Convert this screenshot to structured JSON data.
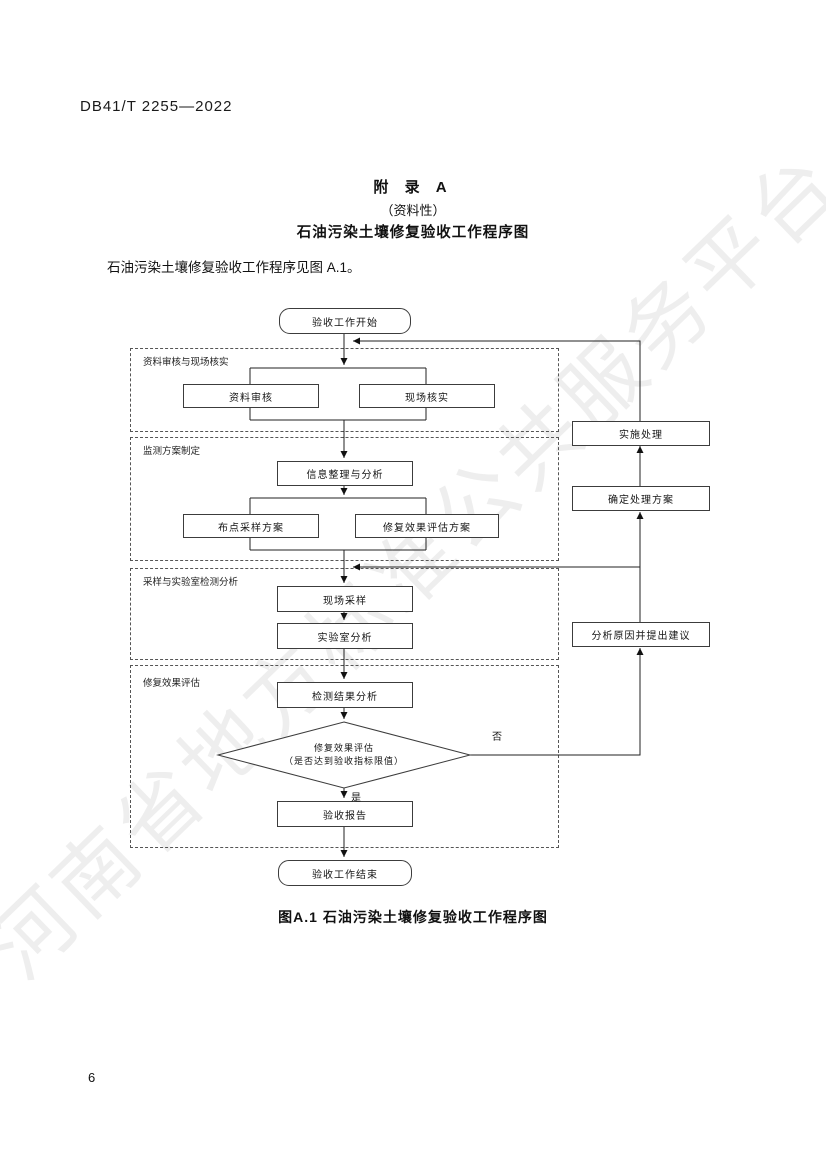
{
  "page": {
    "header": "DB41/T 2255—2022",
    "page_number": "6",
    "watermark": "河南省地方标准公共服务平台"
  },
  "appendix": {
    "title_line1": "附  录  A",
    "title_line2": "（资料性）",
    "title_line3": "石油污染土壤修复验收工作程序图",
    "intro": "石油污染土壤修复验收工作程序见图 A.1。",
    "figure_caption": "图A.1  石油污染土壤修复验收工作程序图"
  },
  "flowchart": {
    "start": "验收工作开始",
    "end": "验收工作结束",
    "groups": [
      {
        "label": "资料审核与现场核实"
      },
      {
        "label": "监测方案制定"
      },
      {
        "label": "采样与实验室检测分析"
      },
      {
        "label": "修复效果评估"
      }
    ],
    "nodes": {
      "data_review": "资料审核",
      "site_verify": "现场核实",
      "info_analysis": "信息整理与分析",
      "sampling_plan": "布点采样方案",
      "evaluation_plan": "修复效果评估方案",
      "field_sampling": "现场采样",
      "lab_analysis": "实验室分析",
      "result_analysis": "检测结果分析",
      "decision_line1": "修复效果评估",
      "decision_line2": "（是否达到验收指标限值）",
      "acceptance_report": "验收报告",
      "implement_treatment": "实施处理",
      "determine_plan": "确定处理方案",
      "analyze_suggest": "分析原因并提出建议",
      "label_yes": "是",
      "label_no": "否"
    }
  }
}
